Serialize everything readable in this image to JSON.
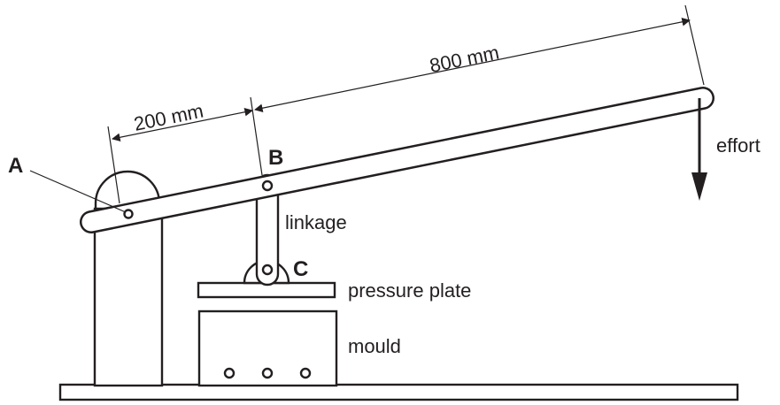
{
  "diagram": {
    "labels": {
      "point_a": "A",
      "point_b": "B",
      "point_c": "C",
      "effort": "effort",
      "linkage": "linkage",
      "pressure_plate": "pressure plate",
      "mould": "mould"
    },
    "dimensions": {
      "short_arm": "200 mm",
      "long_arm": "800 mm"
    },
    "colors": {
      "ink": "#231f20",
      "background": "#ffffff"
    }
  }
}
